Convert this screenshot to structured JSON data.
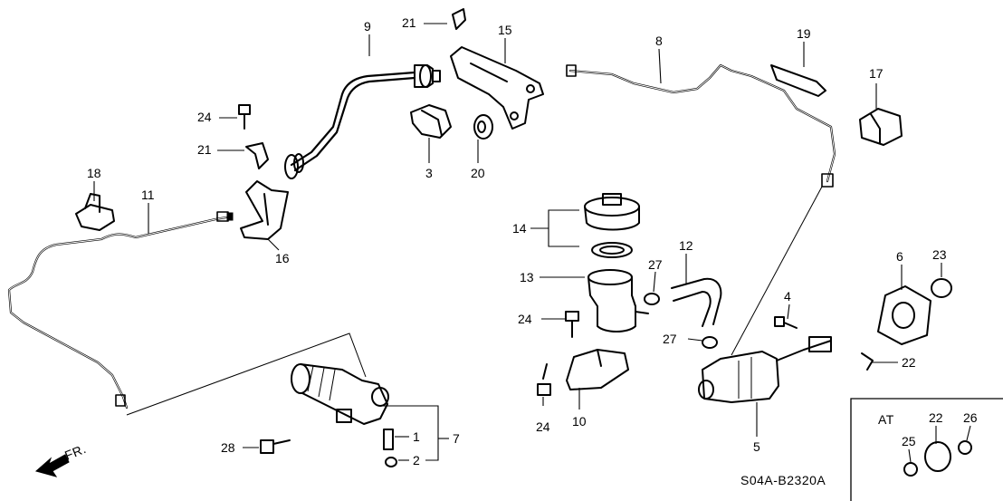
{
  "callouts": [
    {
      "id": "c1",
      "text": "1"
    },
    {
      "id": "c2",
      "text": "2"
    },
    {
      "id": "c3",
      "text": "3"
    },
    {
      "id": "c4",
      "text": "4"
    },
    {
      "id": "c5",
      "text": "5"
    },
    {
      "id": "c6",
      "text": "6"
    },
    {
      "id": "c7",
      "text": "7"
    },
    {
      "id": "c8",
      "text": "8"
    },
    {
      "id": "c9",
      "text": "9"
    },
    {
      "id": "c10",
      "text": "10"
    },
    {
      "id": "c11",
      "text": "11"
    },
    {
      "id": "c12",
      "text": "12"
    },
    {
      "id": "c13",
      "text": "13"
    },
    {
      "id": "c14",
      "text": "14"
    },
    {
      "id": "c15",
      "text": "15"
    },
    {
      "id": "c16",
      "text": "16"
    },
    {
      "id": "c17",
      "text": "17"
    },
    {
      "id": "c18",
      "text": "18"
    },
    {
      "id": "c19",
      "text": "19"
    },
    {
      "id": "c20",
      "text": "20"
    },
    {
      "id": "c21a",
      "text": "21"
    },
    {
      "id": "c21b",
      "text": "21"
    },
    {
      "id": "c22a",
      "text": "22"
    },
    {
      "id": "c22b",
      "text": "22"
    },
    {
      "id": "c23",
      "text": "23"
    },
    {
      "id": "c24a",
      "text": "24"
    },
    {
      "id": "c24b",
      "text": "24"
    },
    {
      "id": "c24c",
      "text": "24"
    },
    {
      "id": "c25",
      "text": "25"
    },
    {
      "id": "c26",
      "text": "26"
    },
    {
      "id": "c27a",
      "text": "27"
    },
    {
      "id": "c27b",
      "text": "27"
    },
    {
      "id": "c28",
      "text": "28"
    }
  ],
  "inset_label": "AT",
  "front_label": "FR.",
  "diagram_code": "S04A-B2320A"
}
